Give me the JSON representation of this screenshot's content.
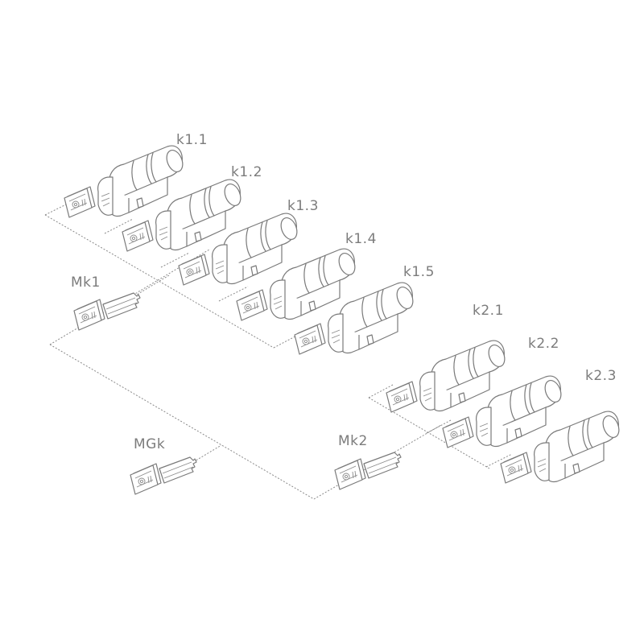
{
  "diagram": {
    "cylinders": [
      {
        "label": "k1.1"
      },
      {
        "label": "k1.2"
      },
      {
        "label": "k1.3"
      },
      {
        "label": "k1.4"
      },
      {
        "label": "k1.5"
      },
      {
        "label": "k2.1"
      },
      {
        "label": "k2.2"
      },
      {
        "label": "k2.3"
      }
    ],
    "master_keys": [
      {
        "label": "Mk1"
      },
      {
        "label": "Mk2"
      },
      {
        "label": "MGk"
      }
    ],
    "colors": {
      "line": "#7a7a7a",
      "label": "#7c7c7c",
      "background": "#ffffff"
    }
  }
}
